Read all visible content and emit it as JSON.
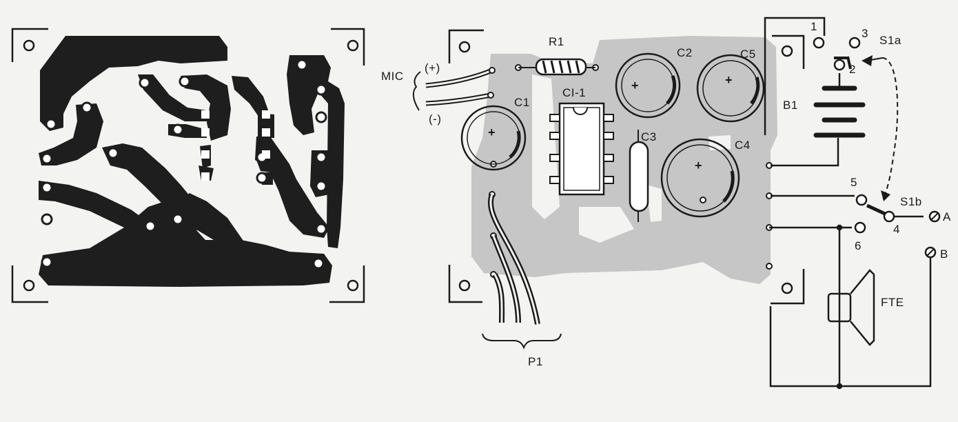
{
  "labels": {
    "mic": "MIC",
    "mic_plus": "(+)",
    "mic_minus": "(-)",
    "r1": "R1",
    "c1": "C1",
    "c2": "C2",
    "c3": "C3",
    "c4": "C4",
    "c5": "C5",
    "ci1": "CI-1",
    "b1": "B1",
    "s1a": "S1a",
    "s1b": "S1b",
    "p1": "P1",
    "fte": "FTE",
    "term_1": "1",
    "term_2": "2",
    "term_3": "3",
    "term_4": "4",
    "term_5": "5",
    "term_6": "6",
    "term_a": "A",
    "term_b": "B"
  },
  "polarity_mark": "+",
  "colors": {
    "copper": "#1e1e1e",
    "copper_shadow": "#c6c6c6",
    "ink": "#1a1a1a",
    "paper": "#f3f3f1"
  }
}
